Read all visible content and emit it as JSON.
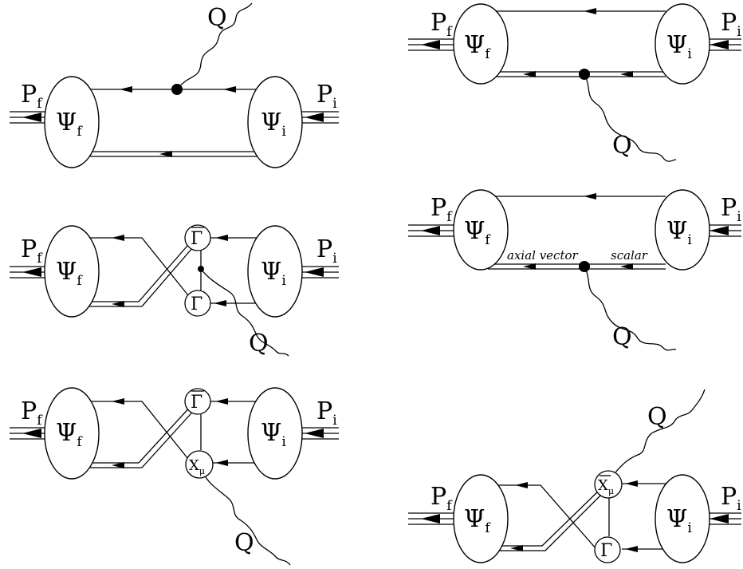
{
  "labels": {
    "final_momentum": "P",
    "final_momentum_sub": "f",
    "initial_momentum": "P",
    "initial_momentum_sub": "i",
    "final_wavefunction": "Ψ",
    "final_wavefunction_sub": "f",
    "initial_wavefunction": "Ψ",
    "initial_wavefunction_sub": "i",
    "photon": "Q",
    "vertex_gamma": "Γ",
    "vertex_gamma_bar": "Γ",
    "vertex_chi": "X",
    "vertex_chi_sub": "μ",
    "axial_vector": "axial vector",
    "scalar": "scalar"
  },
  "colors": {
    "ink": "#000000",
    "background": "#ffffff"
  }
}
